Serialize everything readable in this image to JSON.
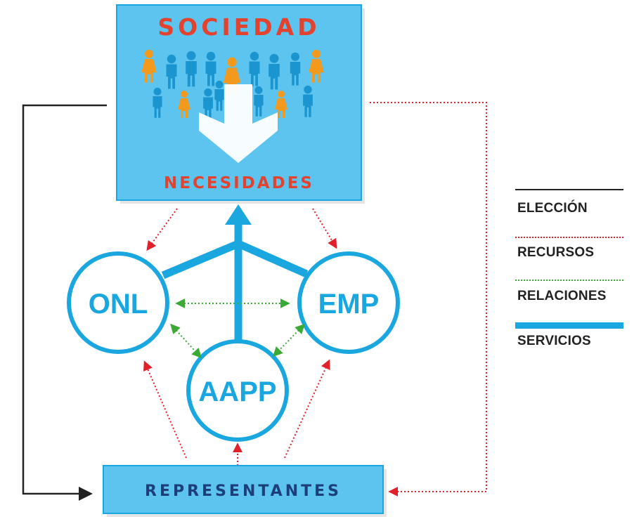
{
  "top_box": {
    "title": "SOCIEDAD",
    "subtitle": "NECESIDADES"
  },
  "circles": {
    "onl": "ONL",
    "emp": "EMP",
    "aapp": "AAPP"
  },
  "bottom_box": {
    "title": "REPRESENTANTES"
  },
  "legend": {
    "items": [
      {
        "label": "ELECCIÓN",
        "style": "solid-black",
        "color": "#222222"
      },
      {
        "label": "RECURSOS",
        "style": "dotted-red",
        "color": "#e0202a"
      },
      {
        "label": "RELACIONES",
        "style": "dotted-green",
        "color": "#3aaa35"
      },
      {
        "label": "SERVICIOS",
        "style": "thick-blue",
        "color": "#1aa7e0"
      }
    ]
  },
  "colors": {
    "box_fill": "#5cc4ee",
    "box_border": "#1aa7e0",
    "title_red": "#e3422f",
    "circle_text": "#1aa7e0",
    "representantes_text": "#1c3f7a",
    "figure_blue": "#1a95cf",
    "figure_orange": "#f39a1e"
  }
}
